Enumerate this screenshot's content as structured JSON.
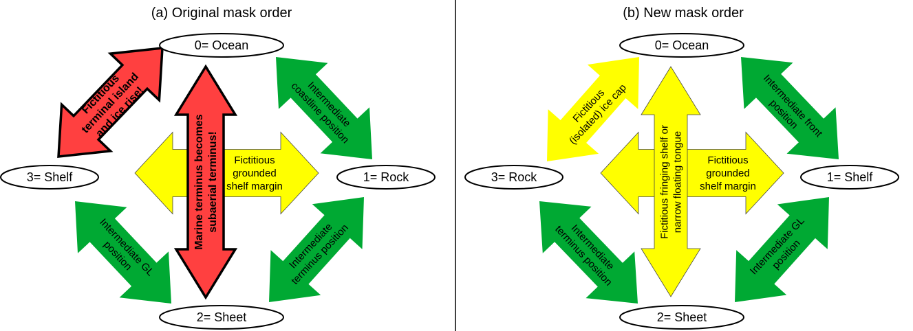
{
  "colors": {
    "red": "#ff4040",
    "green": "#00a933",
    "yellow": "#ffff00"
  },
  "panel_a": {
    "title": "(a) Original mask order",
    "nodes": {
      "top": "0= Ocean",
      "right": "1= Rock",
      "bottom": "2= Sheet",
      "left": "3= Shelf"
    },
    "arrows": {
      "top_left": [
        "Fictitious",
        "terminal island",
        "and ice rise!"
      ],
      "vertical": [
        "Marine terminus becomes",
        "subaerial terminus!"
      ],
      "horizontal": [
        "Fictitious",
        "grounded",
        "shelf margin"
      ],
      "top_right": [
        "Intermediate",
        "coastline position"
      ],
      "bottom_left": [
        "Intermediate GL",
        "position"
      ],
      "bottom_right": [
        "Intermediate",
        "terminus position"
      ]
    }
  },
  "panel_b": {
    "title": "(b) New mask order",
    "nodes": {
      "top": "0= Ocean",
      "right": "1= Shelf",
      "bottom": "2= Sheet",
      "left": "3= Rock"
    },
    "arrows": {
      "top_left": [
        "Fictitious",
        "(isolated) ice cap"
      ],
      "vertical": [
        "Fictitious fringing shelf or",
        "narrow floating tongue"
      ],
      "horizontal": [
        "Fictitious",
        "grounded",
        "shelf margin"
      ],
      "top_right": [
        "Intermediate front",
        "position"
      ],
      "bottom_left": [
        "Intermediate",
        "terminus position"
      ],
      "bottom_right": [
        "Intermediate GL",
        "position"
      ]
    }
  }
}
